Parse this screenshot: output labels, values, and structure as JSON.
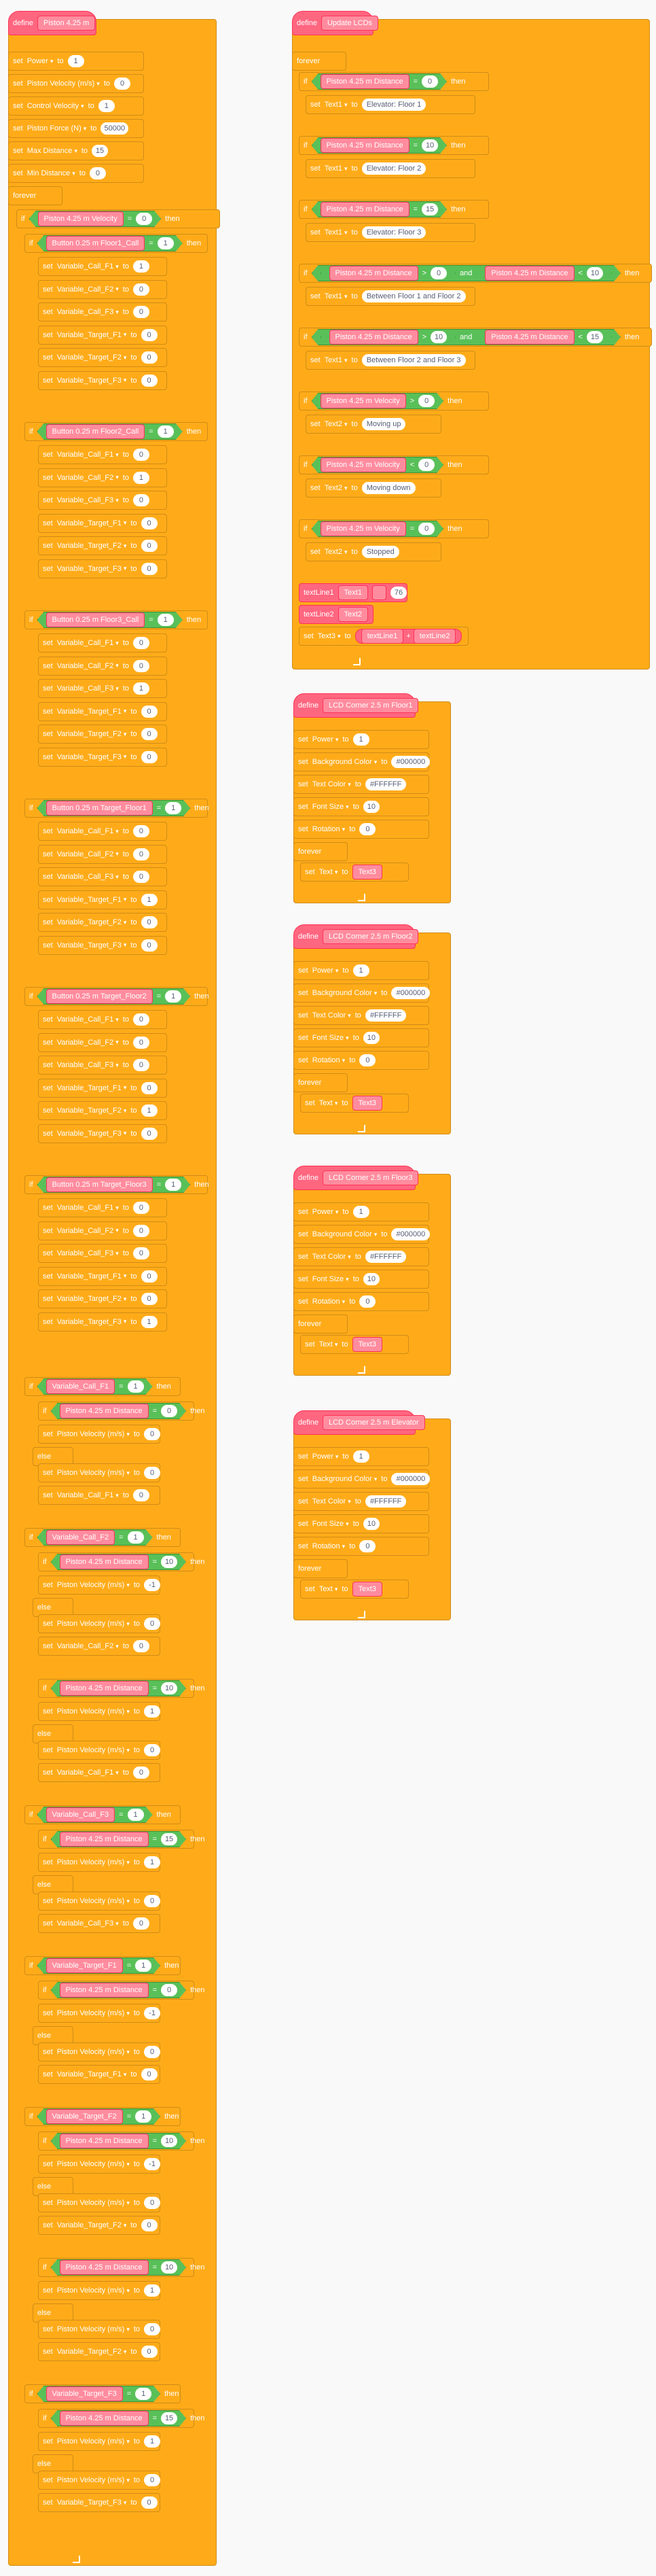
{
  "colors": {
    "control": "#ffab19",
    "custom": "#ff6680",
    "operator": "#59c059",
    "workspace": "#f9f9f9"
  },
  "kw": {
    "define": "define",
    "set": "set",
    "to": "to",
    "forever": "forever",
    "if": "if",
    "then": "then",
    "else": "else",
    "and": "and"
  },
  "script_a": {
    "define": "Piston 4.25 m",
    "init": [
      {
        "var": "Power",
        "val": "1"
      },
      {
        "var": "Piston Velocity (m/s)",
        "val": "0"
      },
      {
        "var": "Control Velocity",
        "val": "1"
      },
      {
        "var": "Piston Force (N)",
        "val": "50000"
      },
      {
        "var": "Max Distance",
        "val": "15"
      },
      {
        "var": "Min Distance",
        "val": "0"
      }
    ],
    "if1": {
      "left": "Piston 4.25 m Velocity",
      "op": "=",
      "right": "0"
    },
    "calls": [
      {
        "cond": "Button 0.25 m Floor1_Call",
        "vals": [
          "1",
          "0",
          "0",
          "0",
          "0",
          "0"
        ]
      },
      {
        "cond": "Button 0.25 m Floor2_Call",
        "vals": [
          "0",
          "1",
          "0",
          "0",
          "0",
          "0"
        ]
      },
      {
        "cond": "Button 0.25 m Floor3_Call",
        "vals": [
          "0",
          "0",
          "1",
          "0",
          "0",
          "0"
        ]
      },
      {
        "cond": "Button 0.25 m Target_Floor1",
        "vals": [
          "0",
          "0",
          "0",
          "1",
          "0",
          "0"
        ]
      },
      {
        "cond": "Button 0.25 m Target_Floor2",
        "vals": [
          "0",
          "0",
          "0",
          "0",
          "1",
          "0"
        ]
      },
      {
        "cond": "Button 0.25 m Target_Floor3",
        "vals": [
          "0",
          "0",
          "0",
          "0",
          "0",
          "1"
        ]
      }
    ],
    "vars6": [
      "Variable_Call_F1",
      "Variable_Call_F2",
      "Variable_Call_F3",
      "Variable_Target_F1",
      "Variable_Target_F2",
      "Variable_Target_F3"
    ],
    "moves": [
      {
        "cond": "Variable_Call_F1",
        "dist": "0",
        "v1": "0",
        "v2": "0",
        "clr": "Variable_Call_F1"
      },
      {
        "cond": "Variable_Call_F2",
        "dist": "10",
        "v1": "-1",
        "v2": "0",
        "clr": "Variable_Call_F2"
      },
      {
        "cond": "",
        "dist": "10",
        "v1": "1",
        "v2": "0",
        "clr": "Variable_Call_F1"
      },
      {
        "cond": "Variable_Call_F3",
        "dist": "15",
        "v1": "1",
        "v2": "0",
        "clr": "Variable_Call_F3"
      },
      {
        "cond": "Variable_Target_F1",
        "dist": "0",
        "v1": "-1",
        "v2": "0",
        "clr": "Variable_Target_F1"
      },
      {
        "cond": "Variable_Target_F2",
        "dist": "10",
        "v1": "-1",
        "v2": "0",
        "clr": "Variable_Target_F2"
      },
      {
        "cond": "",
        "dist": "10",
        "v1": "1",
        "v2": "0",
        "clr": "Variable_Target_F2"
      },
      {
        "cond": "Variable_Target_F3",
        "dist": "15",
        "v1": "1",
        "v2": "0",
        "clr": "Variable_Target_F3"
      }
    ],
    "dist_label": "Piston 4.25 m Distance",
    "vel_var": "Piston Velocity (m/s)"
  },
  "script_b": {
    "define": "Update LCDs",
    "floors": [
      {
        "dist": "0",
        "text": "Elevator: Floor 1"
      },
      {
        "dist": "10",
        "text": "Elevator: Floor 2"
      },
      {
        "dist": "15",
        "text": "Elevator: Floor 3"
      }
    ],
    "between": [
      {
        "a": "0",
        "b": "10",
        "text": "Between Floor 1 and Floor 2"
      },
      {
        "a": "10",
        "b": "15",
        "text": "Between Floor 2 and Floor 3"
      }
    ],
    "vel": [
      {
        "op": ">",
        "val": "0",
        "text": "Moving up"
      },
      {
        "op": "<",
        "val": "0",
        "text": "Moving down"
      },
      {
        "op": "=",
        "val": "0",
        "text": "Stopped"
      }
    ],
    "text1": "Text1",
    "text2": "Text2",
    "text3": "Text3",
    "tl1": "textLine1",
    "tl2": "textLine2",
    "vel_label": "Piston 4.25 m Velocity",
    "dist_label": "Piston 4.25 m Distance"
  },
  "lcds": [
    {
      "define": "LCD Corner 2.5 m Floor1",
      "power": "1",
      "bg": "#000000",
      "fg": "#FFFFFF",
      "size": "10",
      "rot": "0"
    },
    {
      "define": "LCD Corner 2.5 m Floor2",
      "power": "1",
      "bg": "#000000",
      "fg": "#FFFFFF",
      "size": "10",
      "rot": "0"
    },
    {
      "define": "LCD Corner 2.5 m Floor3",
      "power": "1",
      "bg": "#000000",
      "fg": "#FFFFFF",
      "size": "10",
      "rot": "0"
    },
    {
      "define": "LCD Corner 2.5 m Elevator",
      "power": "1",
      "bg": "#000000",
      "fg": "#FFFFFF",
      "size": "10",
      "rot": "0"
    }
  ],
  "lcd_props": {
    "power": "Power",
    "bg": "Background Color",
    "fg": "Text Color",
    "size": "Font Size",
    "rot": "Rotation",
    "text": "Text"
  }
}
